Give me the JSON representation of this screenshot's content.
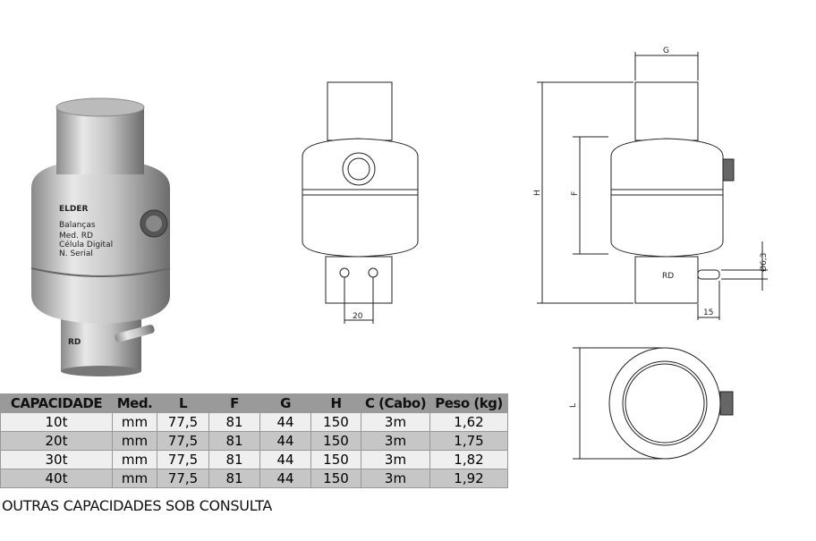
{
  "product_photo": {
    "brand_logo": "ELDER",
    "brand_name": "Balanças",
    "model_text": "Med. RD",
    "sub_text": "Célula Digital",
    "serial_text": "N. Serial",
    "stamp": "RD"
  },
  "drawing_labels": {
    "front_dim": "20",
    "G": "G",
    "H": "H",
    "F": "F",
    "diameter": "Ø6,3",
    "pin_len": "15",
    "model": "RD",
    "L": "L"
  },
  "table": {
    "headers": [
      "CAPACIDADE",
      "Med.",
      "L",
      "F",
      "G",
      "H",
      "C (Cabo)",
      "Peso (kg)"
    ],
    "rows": [
      [
        "10t",
        "mm",
        "77,5",
        "81",
        "44",
        "150",
        "3m",
        "1,62"
      ],
      [
        "20t",
        "mm",
        "77,5",
        "81",
        "44",
        "150",
        "3m",
        "1,75"
      ],
      [
        "30t",
        "mm",
        "77,5",
        "81",
        "44",
        "150",
        "3m",
        "1,82"
      ],
      [
        "40t",
        "mm",
        "77,5",
        "81",
        "44",
        "150",
        "3m",
        "1,92"
      ]
    ]
  },
  "note": "OUTRAS CAPACIDADES SOB CONSULTA"
}
